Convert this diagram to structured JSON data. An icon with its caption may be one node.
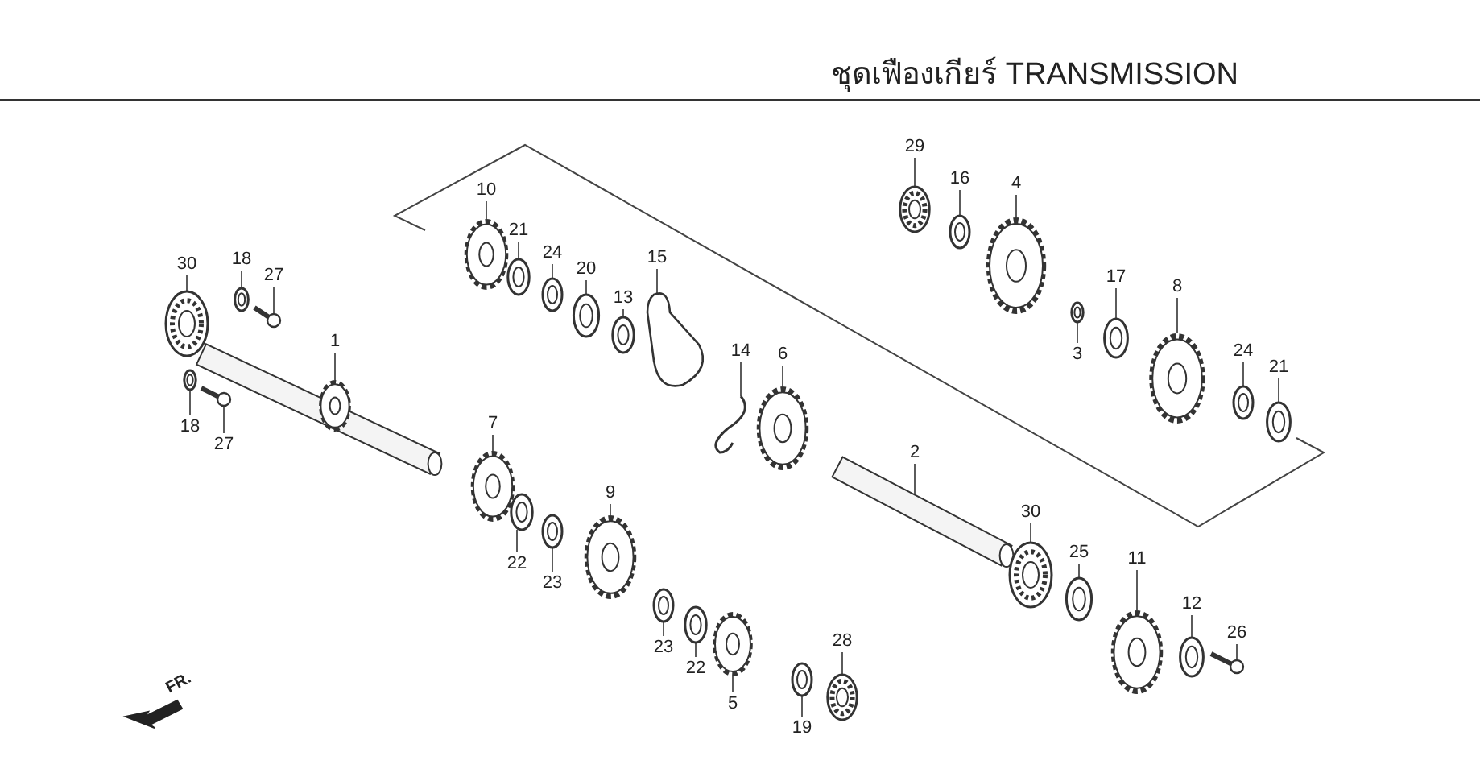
{
  "diagram": {
    "title": "ชุดเฟืองเกียร์ TRANSMISSION",
    "nodes": [
      {
        "text": [
          "29"
        ]
      },
      {
        "text": [
          "16"
        ]
      },
      {
        "text": [
          "4"
        ]
      },
      {
        "text": [
          "10"
        ]
      },
      {
        "text": [
          "21"
        ]
      },
      {
        "text": [
          "30"
        ]
      },
      {
        "text": [
          "18"
        ]
      },
      {
        "text": [
          "24"
        ]
      },
      {
        "text": [
          "20"
        ]
      },
      {
        "text": [
          "15"
        ]
      },
      {
        "text": [
          "27"
        ]
      },
      {
        "text": [
          "13"
        ]
      },
      {
        "text": [
          "17"
        ]
      },
      {
        "text": [
          "8"
        ]
      },
      {
        "text": [
          "1"
        ]
      },
      {
        "text": [
          "3"
        ]
      },
      {
        "text": [
          "14"
        ]
      },
      {
        "text": [
          "6"
        ]
      },
      {
        "text": [
          "24"
        ]
      },
      {
        "text": [
          "21"
        ]
      },
      {
        "text": [
          "18"
        ]
      },
      {
        "text": [
          "27"
        ]
      },
      {
        "text": [
          "7"
        ]
      },
      {
        "text": [
          "2"
        ]
      },
      {
        "text": [
          "9"
        ]
      },
      {
        "text": [
          "30"
        ]
      },
      {
        "text": [
          "25"
        ]
      },
      {
        "text": [
          "11"
        ]
      },
      {
        "text": [
          "22"
        ]
      },
      {
        "text": [
          "12"
        ]
      },
      {
        "text": [
          "23"
        ]
      },
      {
        "text": [
          "26"
        ]
      },
      {
        "text": [
          "28"
        ]
      },
      {
        "text": [
          "23"
        ]
      },
      {
        "text": [
          "22"
        ]
      },
      {
        "text": [
          "5"
        ]
      },
      {
        "text": [
          "19"
        ]
      },
      {
        "text": [],
        "shape": "bearing"
      },
      {
        "text": [],
        "shape": "washer"
      },
      {
        "text": [],
        "shape": "gear"
      },
      {
        "text": [],
        "shape": "gear"
      },
      {
        "text": [],
        "shape": "washer"
      },
      {
        "text": [],
        "shape": "bearing"
      },
      {
        "text": [],
        "shape": "washer"
      },
      {
        "text": [],
        "shape": "washer"
      },
      {
        "text": [],
        "shape": "washer"
      },
      {
        "text": [],
        "shape": "plate"
      },
      {
        "text": [],
        "shape": "bolt"
      },
      {
        "text": [],
        "shape": "washer"
      },
      {
        "text": [],
        "shape": "washer"
      },
      {
        "text": [],
        "shape": "gear"
      },
      {
        "text": [],
        "shape": "shaft"
      },
      {
        "text": [],
        "shape": "washer"
      },
      {
        "text": [],
        "shape": "clip"
      },
      {
        "text": [],
        "shape": "gear"
      },
      {
        "text": [],
        "shape": "washer"
      },
      {
        "text": [],
        "shape": "washer"
      },
      {
        "text": [],
        "shape": "washer"
      },
      {
        "text": [],
        "shape": "bolt"
      },
      {
        "text": [],
        "shape": "gear"
      },
      {
        "text": [],
        "shape": "shaft"
      },
      {
        "text": [],
        "shape": "gear"
      },
      {
        "text": [],
        "shape": "bearing"
      },
      {
        "text": [],
        "shape": "washer"
      },
      {
        "text": [],
        "shape": "gear"
      },
      {
        "text": [],
        "shape": "washer"
      },
      {
        "text": [],
        "shape": "plate"
      },
      {
        "text": [],
        "shape": "washer"
      },
      {
        "text": [],
        "shape": "bolt"
      },
      {
        "text": [],
        "shape": "bearing"
      },
      {
        "text": [],
        "shape": "washer"
      },
      {
        "text": [],
        "shape": "washer"
      },
      {
        "text": [],
        "shape": "gear"
      },
      {
        "text": [],
        "shape": "washer"
      }
    ],
    "edges": [
      {
        "from": 0,
        "to": 37,
        "arrow": "none"
      },
      {
        "from": 1,
        "to": 38,
        "arrow": "none"
      },
      {
        "from": 2,
        "to": 39,
        "arrow": "none"
      },
      {
        "from": 3,
        "to": 40,
        "arrow": "none"
      },
      {
        "from": 4,
        "to": 41,
        "arrow": "none"
      },
      {
        "from": 5,
        "to": 42,
        "arrow": "none"
      },
      {
        "from": 6,
        "to": 43,
        "arrow": "none"
      },
      {
        "from": 7,
        "to": 44,
        "arrow": "none"
      },
      {
        "from": 8,
        "to": 45,
        "arrow": "none"
      },
      {
        "from": 9,
        "to": 46,
        "arrow": "none"
      },
      {
        "from": 10,
        "to": 47,
        "arrow": "none"
      },
      {
        "from": 11,
        "to": 48,
        "arrow": "none"
      },
      {
        "from": 12,
        "to": 49,
        "arrow": "none"
      },
      {
        "from": 13,
        "to": 50,
        "arrow": "none"
      },
      {
        "from": 14,
        "to": 51,
        "arrow": "none"
      },
      {
        "from": 15,
        "to": 52,
        "arrow": "none"
      },
      {
        "from": 16,
        "to": 53,
        "arrow": "none"
      },
      {
        "from": 17,
        "to": 54,
        "arrow": "none"
      },
      {
        "from": 18,
        "to": 55,
        "arrow": "none"
      },
      {
        "from": 19,
        "to": 56,
        "arrow": "none"
      },
      {
        "from": 20,
        "to": 57,
        "arrow": "none"
      },
      {
        "from": 21,
        "to": 58,
        "arrow": "none"
      },
      {
        "from": 22,
        "to": 59,
        "arrow": "none"
      },
      {
        "from": 23,
        "to": 60,
        "arrow": "none"
      },
      {
        "from": 24,
        "to": 61,
        "arrow": "none"
      },
      {
        "from": 25,
        "to": 62,
        "arrow": "none"
      },
      {
        "from": 26,
        "to": 63,
        "arrow": "none"
      },
      {
        "from": 27,
        "to": 64,
        "arrow": "none"
      },
      {
        "from": 28,
        "to": 65,
        "arrow": "none"
      },
      {
        "from": 29,
        "to": 66,
        "arrow": "none"
      },
      {
        "from": 30,
        "to": 67,
        "arrow": "none"
      },
      {
        "from": 31,
        "to": 68,
        "arrow": "none"
      },
      {
        "from": 32,
        "to": 69,
        "arrow": "none"
      },
      {
        "from": 33,
        "to": 70,
        "arrow": "none"
      },
      {
        "from": 34,
        "to": 71,
        "arrow": "none"
      },
      {
        "from": 35,
        "to": 72,
        "arrow": "none"
      },
      {
        "from": 36,
        "to": 73,
        "arrow": "none"
      }
    ],
    "labels": [
      "FR."
    ]
  }
}
